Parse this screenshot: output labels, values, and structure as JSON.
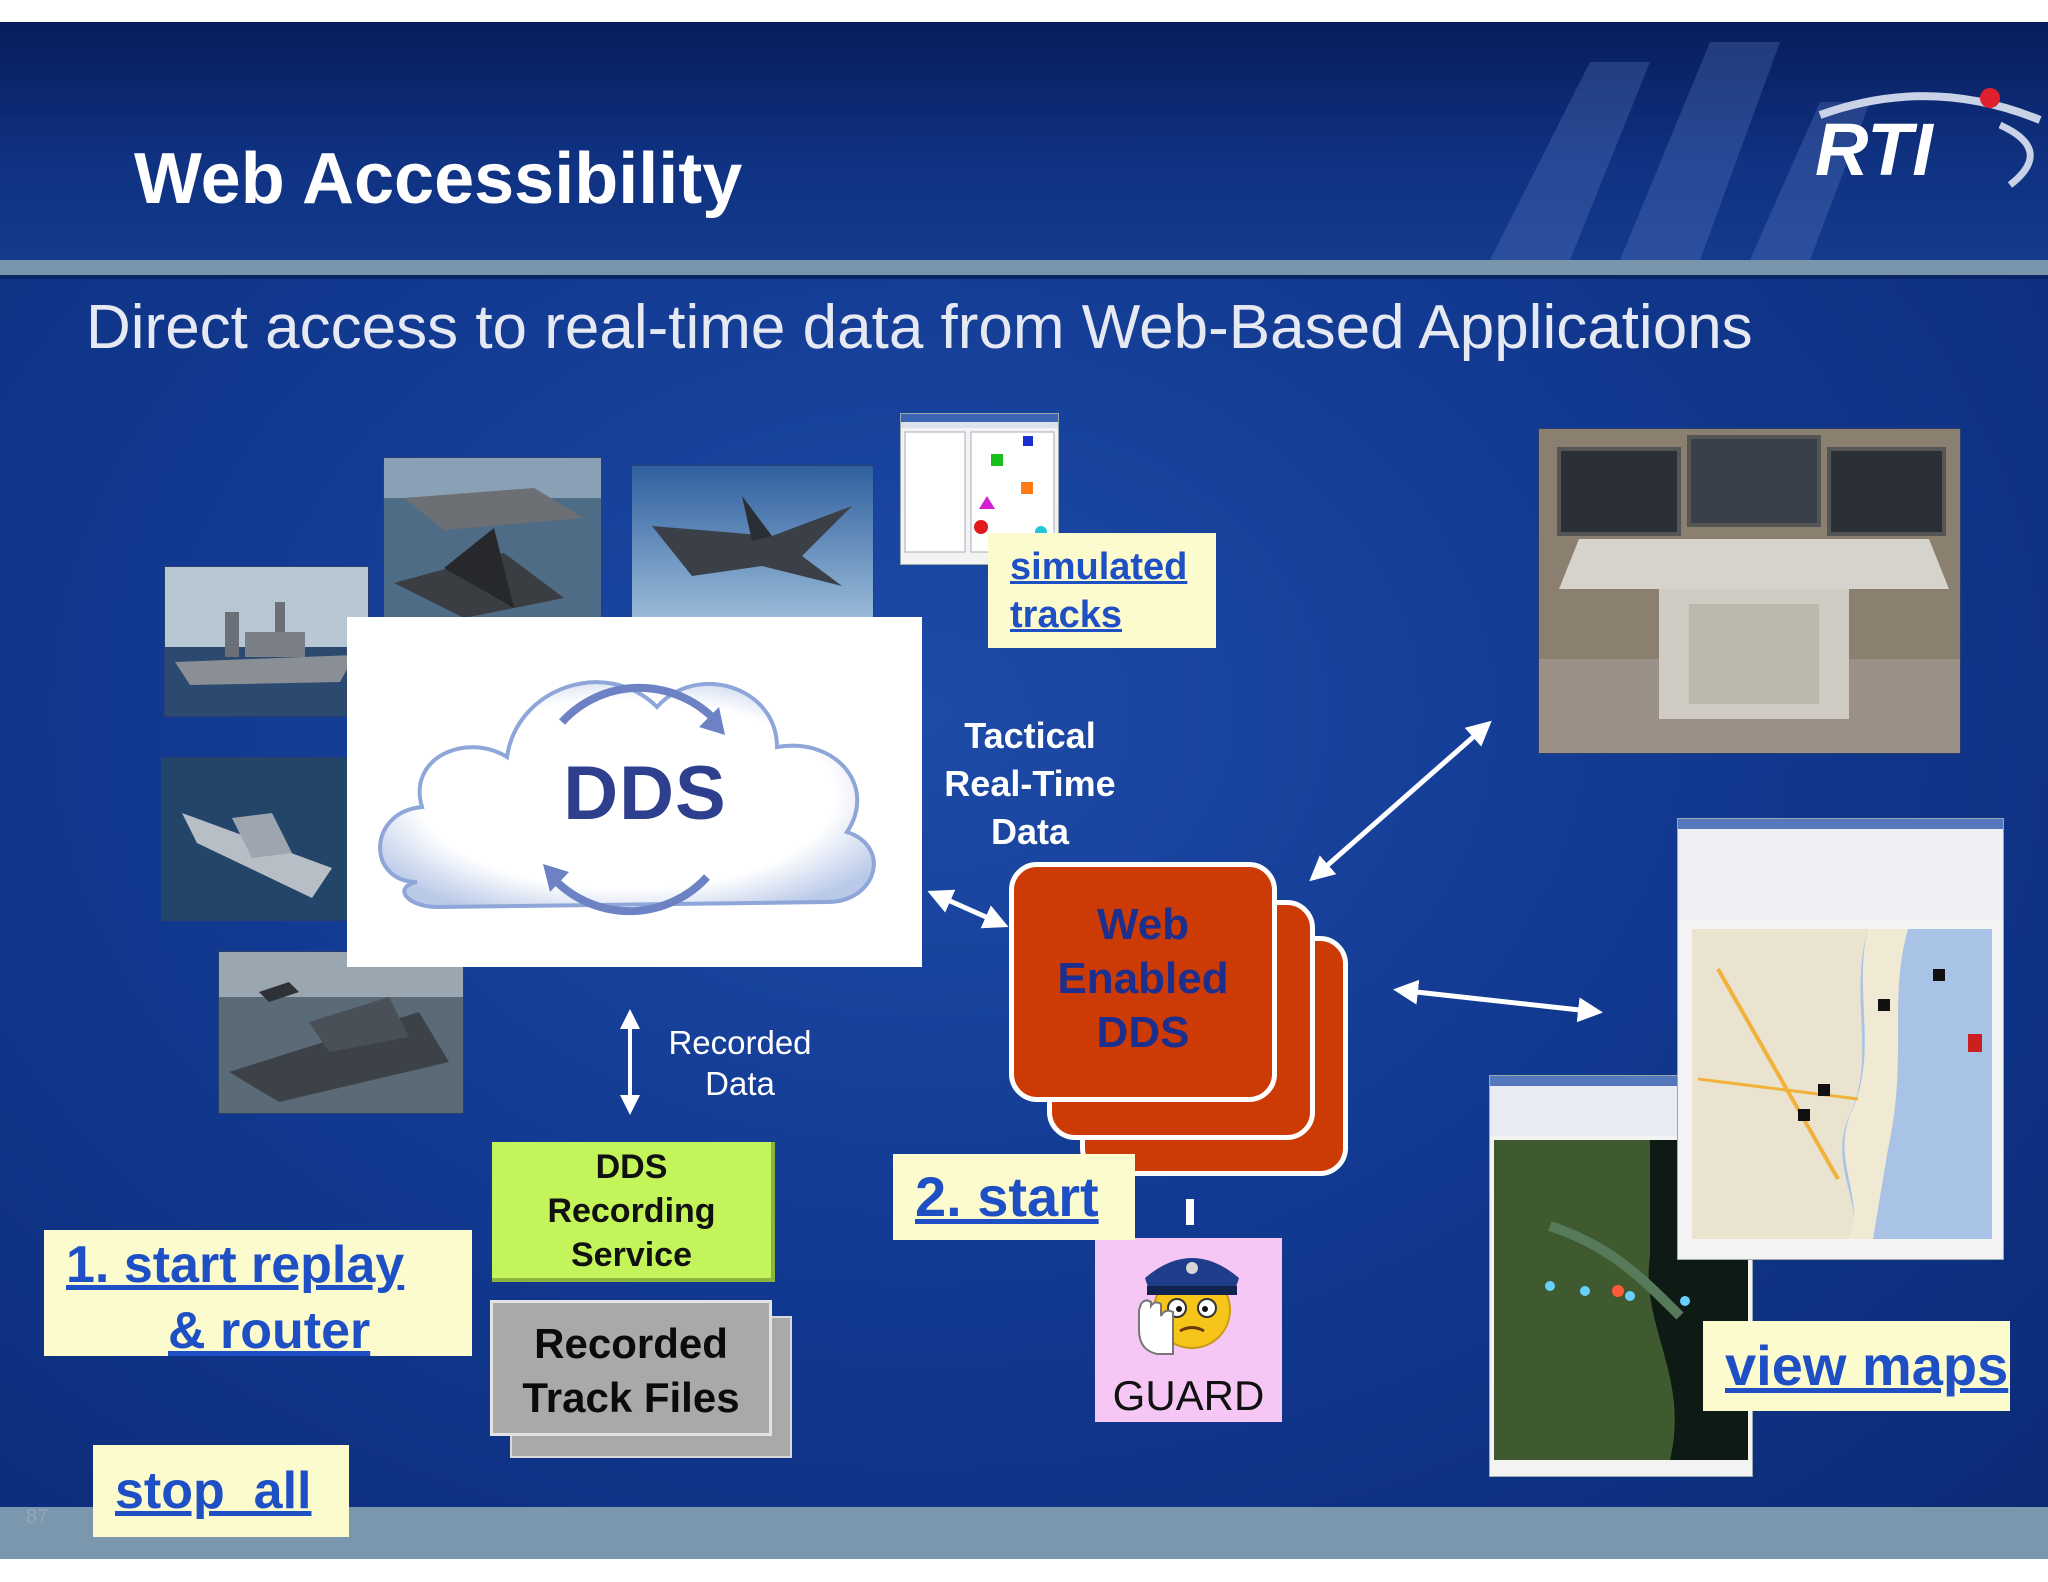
{
  "slide": {
    "title": "Web Accessibility",
    "subtitle": "Direct access to real-time data from Web-Based Applications",
    "page_number": "87",
    "logo_text": "RTI"
  },
  "diagram": {
    "cloud_label": "DDS",
    "tactical_label_lines": [
      "Tactical",
      "Real-Time",
      "Data"
    ],
    "recorded_data_lines": [
      "Recorded",
      "Data"
    ],
    "recording_service_lines": [
      "DDS",
      "Recording",
      "Service"
    ],
    "recorded_files_lines": [
      "Recorded",
      "Track Files"
    ],
    "web_dds_lines": [
      "Web",
      "Enabled",
      "DDS"
    ],
    "guard_label": "GUARD"
  },
  "links": {
    "simulated_tracks_lines": [
      "simulated",
      "tracks"
    ],
    "start_replay_lines": [
      "1. start replay",
      "& router"
    ],
    "start": "2. start",
    "view_maps": "view maps",
    "stop_all": "stop  all"
  },
  "icons": [
    "ship-photo",
    "frigate-photo",
    "stealth-ship-photo",
    "carrier-jet-photo",
    "fighter-jet-photo",
    "console-photo",
    "policeman-stop-icon",
    "map-window",
    "satellite-map-window",
    "shapes-demo-window"
  ],
  "colors": {
    "background": "#123a92",
    "note": "#fbfbce",
    "link": "#1e4fc4",
    "web_card": "#cc3a05",
    "recording_service": "#c3f45a",
    "guard_box": "#f6c7f4"
  }
}
